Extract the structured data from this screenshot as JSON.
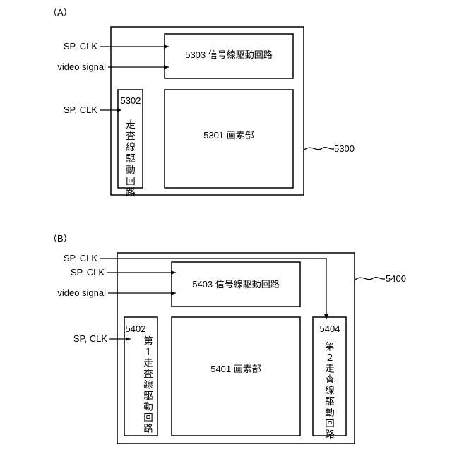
{
  "panel_a": {
    "label": "（A）",
    "ref": "5300",
    "signal_driver": "5303 信号線駆動回路",
    "pixel_portion": "5301 画素部",
    "scan_driver_num": "5302",
    "scan_driver_name": "走査線駆動回路",
    "inputs": [
      "SP, CLK",
      "video signal",
      "SP, CLK"
    ]
  },
  "panel_b": {
    "label": "（B）",
    "ref": "5400",
    "signal_driver": "5403 信号線駆動回路",
    "pixel_portion": "5401 画素部",
    "scan1_num": "5402",
    "scan1_name": "第１走査線駆動回路",
    "scan2_num": "5404",
    "scan2_name": "第２走査線駆動回路",
    "inputs": [
      "SP, CLK",
      "SP, CLK",
      "video signal",
      "SP, CLK"
    ]
  }
}
